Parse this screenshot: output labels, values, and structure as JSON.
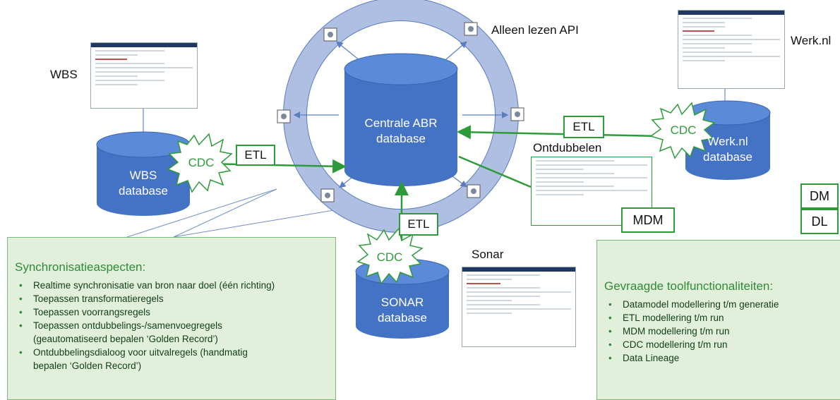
{
  "labels": {
    "alleen_lezen_api": "Alleen lezen API",
    "wbs": "WBS",
    "werk_nl": "Werk.nl",
    "sonar": "Sonar",
    "ontdubbelen": "Ontdubbelen"
  },
  "databases": {
    "central_line1": "Centrale ABR",
    "central_line2": "database",
    "wbs_line1": "WBS",
    "wbs_line2": "database",
    "werk_line1": "Werk.nl",
    "werk_line2": "database",
    "sonar_line1": "SONAR",
    "sonar_line2": "database"
  },
  "boxes": {
    "etl_wbs": "ETL",
    "etl_werk": "ETL",
    "etl_sonar": "ETL",
    "mdm": "MDM",
    "dm": "DM",
    "dl": "DL"
  },
  "cdc": {
    "wbs": "CDC",
    "werk": "CDC",
    "sonar": "CDC"
  },
  "sync_panel": {
    "title": "Synchronisatieaspecten:",
    "items": [
      "Realtime synchronisatie van bron naar doel (één richting)",
      "Toepassen transformatieregels",
      "Toepassen voorrangsregels",
      "Toepassen ontdubbelings-/samenvoegregels",
      "(geautomatiseerd bepalen ‘Golden Record’)",
      "Ontdubbelingsdialoog voor uitvalregels (handmatig",
      "bepalen ‘Golden Record’)"
    ]
  },
  "tools_panel": {
    "title": "Gevraagde toolfunctionaliteiten:",
    "items": [
      "Datamodel modellering t/m generatie",
      "ETL modellering t/m run",
      "MDM modellering t/m run",
      "CDC modellering t/m run",
      "Data Lineage"
    ]
  },
  "colors": {
    "db_fill": "#4472c4",
    "db_top": "#5b8bd8",
    "ring_fill": "#aebfe2",
    "ring_stroke": "#5a7dc0",
    "green": "#2e9b3a",
    "panel_fill": "#e2efda"
  },
  "icons": [
    "api-node-icon",
    "cdc-starburst-icon"
  ]
}
